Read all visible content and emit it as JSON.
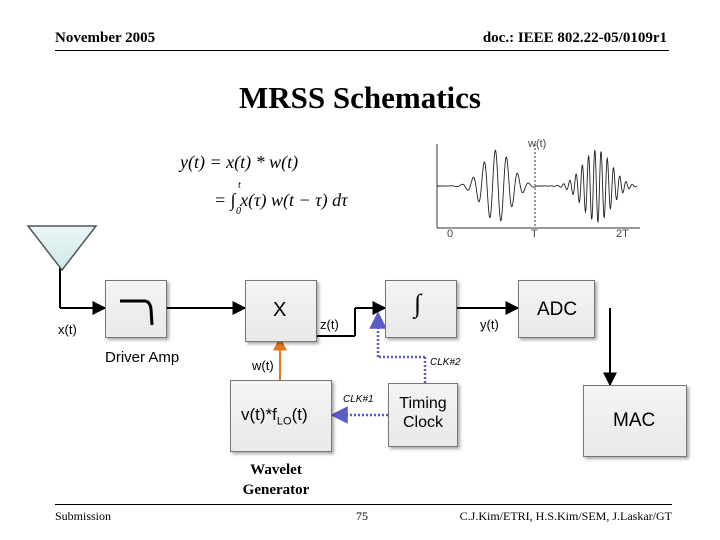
{
  "header": {
    "date": "November 2005",
    "doc_id": "doc.: IEEE 802.22-05/0109r1"
  },
  "title": "MRSS Schematics",
  "equations": {
    "line1_lhs": "y(t) = x(t) * w(t)",
    "line2": "= ∫ x(τ) w(t − τ) dτ",
    "integral_upper": "t",
    "integral_lower": "0"
  },
  "waveform": {
    "label": "w(t)",
    "ticks": [
      "0",
      "T",
      "2T"
    ]
  },
  "blocks": {
    "driver_amp_label": "Driver Amp",
    "multiplier_symbol": "X",
    "integrator_symbol": "∫",
    "adc": "ADC",
    "vlo": "v(t)*f",
    "vlo_sub": "LO",
    "vlo_tail": "(t)",
    "timing_clock_line1": "Timing",
    "timing_clock_line2": "Clock",
    "mac": "MAC",
    "wavelet_generator_line1": "Wavelet",
    "wavelet_generator_line2": "Generator"
  },
  "signals": {
    "x": "x(t)",
    "z": "z(t)",
    "y": "y(t)",
    "w": "w(t)",
    "clk1": "CLK#1",
    "clk2": "CLK#2"
  },
  "colors": {
    "line": "#000000",
    "clock": "#5b5bc8",
    "wavelet_line": "#e07820"
  },
  "footer": {
    "left": "Submission",
    "page": "75",
    "right": "C.J.Kim/ETRI, H.S.Kim/SEM, J.Laskar/GT"
  }
}
